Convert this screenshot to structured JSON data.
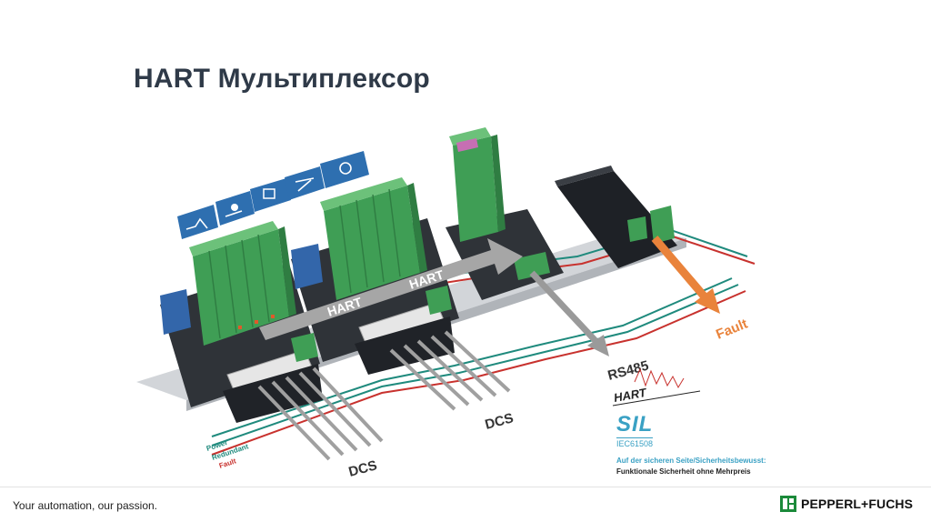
{
  "slide": {
    "title": "HART Мультиплексор"
  },
  "diagram": {
    "arrow_labels": [
      "HART",
      "HART"
    ],
    "output_labels": {
      "rs485": "RS485",
      "dcs_center": "DCS",
      "dcs_front": "DCS",
      "fault": "Fault"
    },
    "bus_labels": [
      "Power",
      "Redundant",
      "Fault"
    ],
    "hart_logo": "HART",
    "sil": {
      "mark": "SIL",
      "standard": "IEC61508",
      "line1": "Auf der sicheren Seite/Sicherheitsbewusst:",
      "line2": "Funktionale Sicherheit ohne Mehrpreis"
    },
    "colors": {
      "module_green": "#3f9e55",
      "rail_gray": "#c9cdd2",
      "power_teal": "#1f8a7d",
      "fault_red": "#c8322e",
      "signal_arrow": "#9a9a9a",
      "fault_arrow": "#e9833b",
      "icon_blue": "#2e6fb0"
    }
  },
  "footer": {
    "tagline": "Your automation, our passion.",
    "brand": "PEPPERL+FUCHS"
  }
}
